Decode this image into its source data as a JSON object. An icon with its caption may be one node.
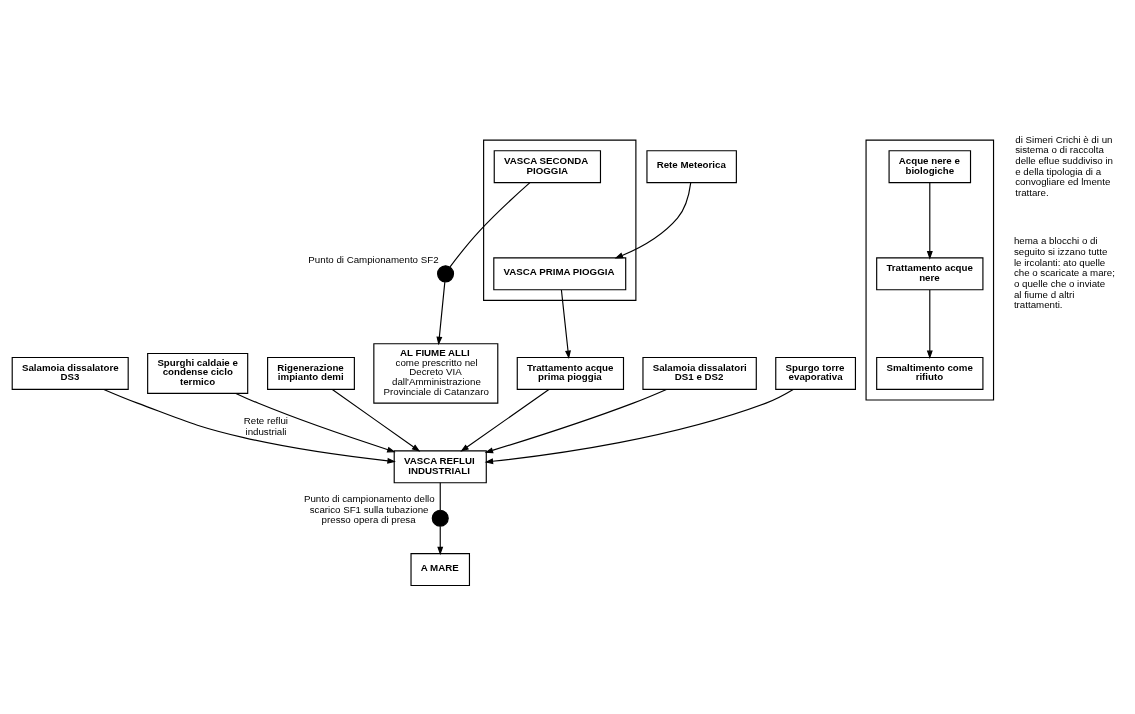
{
  "diagram": {
    "nodes": [
      {
        "text": [
          "Salamoia dissalatore DS3"
        ]
      },
      {
        "text": [
          "Spurghi caldaie e condense ciclo termico"
        ]
      },
      {
        "text": [
          "Rigenerazione impianto demi"
        ]
      },
      {
        "text": [],
        "shape": "box"
      },
      {
        "text": [
          "Acque nere e biologiche"
        ],
        "in": 3
      },
      {
        "text": [
          "Trattamento acque nere"
        ],
        "in": 3
      },
      {
        "text": [
          "Smaltimento come rifiuto"
        ],
        "in": 3
      },
      {
        "text": [
          "Rete Meteorica"
        ]
      },
      {
        "text": [
          "Trattamento acque prima pioggia"
        ]
      },
      {
        "text": [
          "Salamoia dissalatori DS1 e DS2"
        ]
      },
      {
        "text": [
          "Spurgo torre evaporativa"
        ]
      },
      {
        "text": [],
        "shape": "box"
      },
      {
        "text": [
          "VASCA SECONDA PIOGGIA"
        ],
        "in": 11
      },
      {
        "text": [
          "VASCA PRIMA PIOGGIA"
        ],
        "in": 11
      },
      {
        "text": [
          "AL FIUME ALLI",
          "come prescritto nel Decreto VIA dall'Amministrazione Provinciale di Catanzaro"
        ]
      },
      {
        "text": [
          "VASCA REFLUI INDUSTRIALI"
        ]
      },
      {
        "text": [
          "A MARE"
        ]
      },
      {
        "text": [],
        "shape": "circle",
        "beside": [
          "Punto di Campionamento SF2"
        ]
      },
      {
        "text": [],
        "shape": "circle",
        "beside": [
          "Punto di campionamento dello scarico SF1 sulla tubazione presso opera di presa"
        ]
      }
    ],
    "edges": [
      {
        "from": 0,
        "to": 15,
        "arrow": "to",
        "label": "Rete reflui industriali"
      },
      {
        "from": 1,
        "to": 15,
        "arrow": "to"
      },
      {
        "from": 2,
        "to": 15,
        "arrow": "to"
      },
      {
        "from": 8,
        "to": 15,
        "arrow": "to"
      },
      {
        "from": 9,
        "to": 15,
        "arrow": "to"
      },
      {
        "from": 10,
        "to": 15,
        "arrow": "to"
      },
      {
        "from": 4,
        "to": 5,
        "arrow": "to"
      },
      {
        "from": 5,
        "to": 6,
        "arrow": "to"
      },
      {
        "from": 7,
        "to": 13,
        "arrow": "to"
      },
      {
        "from": 13,
        "to": 8,
        "arrow": "to"
      },
      {
        "from": 12,
        "to": 17,
        "arrow": "none"
      },
      {
        "from": 17,
        "to": 14,
        "arrow": "to"
      },
      {
        "from": 15,
        "to": 18,
        "arrow": "none"
      },
      {
        "from": 18,
        "to": 16,
        "arrow": "to"
      }
    ],
    "labels": [
      "di Simeri Crichi è di un sistema o di raccolta delle eflue suddiviso in e della tipologia di a convogliare ed lmente trattare.",
      "hema a blocchi o di seguito si izzano tutte le ircolanti: ato quelle che o scaricate a mare; o quelle che o inviate al fiume d altri trattamenti."
    ]
  }
}
